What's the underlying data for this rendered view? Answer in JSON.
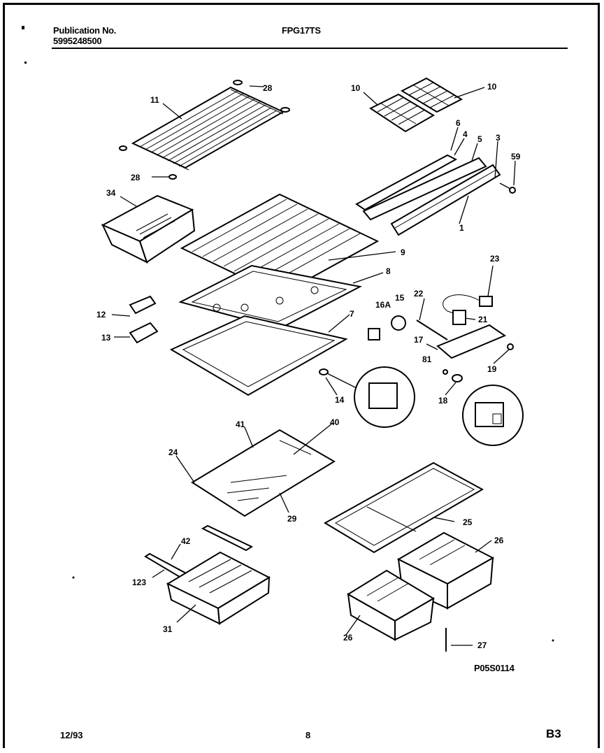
{
  "header": {
    "publication_label": "Publication No.",
    "publication_number": "5995248500",
    "model": "FPG17TS"
  },
  "footer": {
    "date": "12/93",
    "page": "8",
    "section": "B3"
  },
  "diagram_code": "P05S0114",
  "callouts": {
    "c11": "11",
    "c28a": "28",
    "c28b": "28",
    "c10a": "10",
    "c10b": "10",
    "c6": "6",
    "c4": "4",
    "c5": "5",
    "c3": "3",
    "c59": "59",
    "c1": "1",
    "c34": "34",
    "c9": "9",
    "c8": "8",
    "c12": "12",
    "c13": "13",
    "c7": "7",
    "c16a": "16A",
    "c15": "15",
    "c22": "22",
    "c23": "23",
    "c21": "21",
    "c17": "17",
    "c81": "81",
    "c19": "19",
    "c18": "18",
    "c14": "14",
    "c41": "41",
    "c40": "40",
    "c24": "24",
    "c29": "29",
    "c25": "25",
    "c26a": "26",
    "c42": "42",
    "c123": "123",
    "c31": "31",
    "c26b": "26",
    "c27": "27"
  }
}
